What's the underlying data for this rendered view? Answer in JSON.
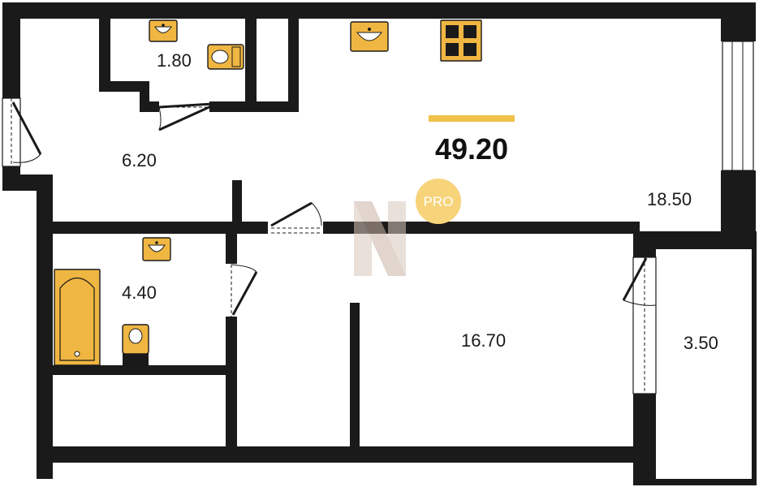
{
  "plan": {
    "total_area": "49.20",
    "badge": "PRO",
    "rooms": {
      "wc": "1.80",
      "hall": "6.20",
      "kitchen_living": "18.50",
      "bathroom": "4.40",
      "bedroom": "16.70",
      "balcony": "3.50"
    }
  },
  "colors": {
    "wall": "#1a1a1a",
    "fixture": "#f0b642",
    "accent_bar": "#f0c24a",
    "badge": "#f7d37a",
    "watermark": "#d8c7bc"
  },
  "icons": [
    "sink-icon",
    "toilet-icon",
    "stove-icon",
    "bathtub-icon",
    "door-icon",
    "window-icon",
    "watermark-logo"
  ]
}
